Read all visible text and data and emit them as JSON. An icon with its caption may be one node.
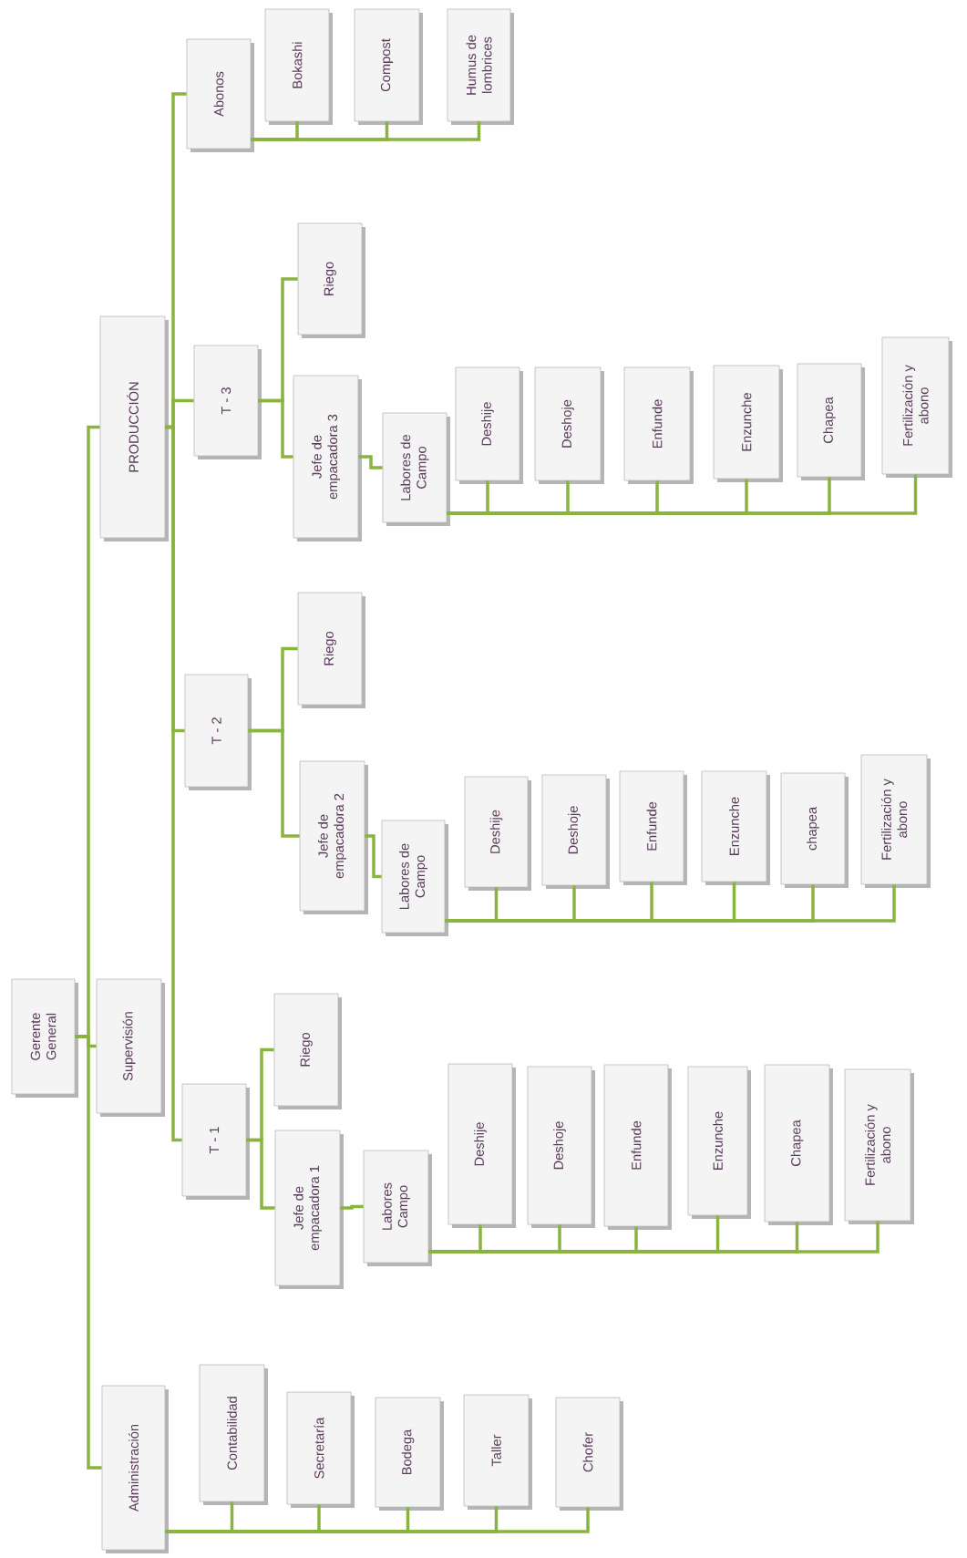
{
  "diagram": {
    "nodes": [
      {
        "text": [
          "Gerente General"
        ]
      },
      {
        "text": [
          "Supervisión"
        ]
      },
      {
        "text": [
          "PRODUCCIÓN"
        ]
      },
      {
        "text": [
          "Administración"
        ]
      },
      {
        "text": [
          "Abonos"
        ]
      },
      {
        "text": [
          "Bokashi"
        ]
      },
      {
        "text": [
          "Compost"
        ]
      },
      {
        "text": [
          "Humus de lombrices"
        ]
      },
      {
        "text": [
          "T - 3"
        ]
      },
      {
        "text": [
          "Riego"
        ]
      },
      {
        "text": [
          "Jefe de empacadora 3"
        ]
      },
      {
        "text": [
          "Labores de Campo"
        ]
      },
      {
        "text": [
          "Deshije"
        ]
      },
      {
        "text": [
          "Deshoje"
        ]
      },
      {
        "text": [
          "Enfunde"
        ]
      },
      {
        "text": [
          "Enzunche"
        ]
      },
      {
        "text": [
          "Chapea"
        ]
      },
      {
        "text": [
          "Fertilización y abono"
        ]
      },
      {
        "text": [
          "T - 2"
        ]
      },
      {
        "text": [
          "Riego"
        ]
      },
      {
        "text": [
          "Jefe de empacadora 2"
        ]
      },
      {
        "text": [
          "Labores de Campo"
        ]
      },
      {
        "text": [
          "Deshije"
        ]
      },
      {
        "text": [
          "Deshoje"
        ]
      },
      {
        "text": [
          "Enfunde"
        ]
      },
      {
        "text": [
          "Enzunche"
        ]
      },
      {
        "text": [
          "chapea"
        ]
      },
      {
        "text": [
          "Fertilización y abono"
        ]
      },
      {
        "text": [
          "T - 1"
        ]
      },
      {
        "text": [
          "Riego"
        ]
      },
      {
        "text": [
          "Jefe de empacadora 1"
        ]
      },
      {
        "text": [
          "Labores Campo"
        ]
      },
      {
        "text": [
          "Deshije"
        ]
      },
      {
        "text": [
          "Deshoje"
        ]
      },
      {
        "text": [
          "Enfunde"
        ]
      },
      {
        "text": [
          "Enzunche"
        ]
      },
      {
        "text": [
          "Chapea"
        ]
      },
      {
        "text": [
          "Fertilización y abono"
        ]
      },
      {
        "text": [
          "Contabilidad"
        ]
      },
      {
        "text": [
          "Secretaría"
        ]
      },
      {
        "text": [
          "Bodega"
        ]
      },
      {
        "text": [
          "Taller"
        ]
      },
      {
        "text": [
          "Chofer"
        ]
      }
    ],
    "edges": [
      {
        "from": 0,
        "to": 1,
        "arrow": "none"
      },
      {
        "from": 0,
        "to": 2,
        "arrow": "none"
      },
      {
        "from": 0,
        "to": 3,
        "arrow": "none"
      },
      {
        "from": 2,
        "to": 4,
        "arrow": "none"
      },
      {
        "from": 2,
        "to": 8,
        "arrow": "none"
      },
      {
        "from": 2,
        "to": 18,
        "arrow": "none"
      },
      {
        "from": 2,
        "to": 28,
        "arrow": "none"
      },
      {
        "from": 4,
        "to": 5,
        "arrow": "none"
      },
      {
        "from": 4,
        "to": 6,
        "arrow": "none"
      },
      {
        "from": 4,
        "to": 7,
        "arrow": "none"
      },
      {
        "from": 8,
        "to": 9,
        "arrow": "none"
      },
      {
        "from": 8,
        "to": 10,
        "arrow": "none"
      },
      {
        "from": 10,
        "to": 11,
        "arrow": "none"
      },
      {
        "from": 11,
        "to": 12,
        "arrow": "none"
      },
      {
        "from": 11,
        "to": 13,
        "arrow": "none"
      },
      {
        "from": 11,
        "to": 14,
        "arrow": "none"
      },
      {
        "from": 11,
        "to": 15,
        "arrow": "none"
      },
      {
        "from": 11,
        "to": 16,
        "arrow": "none"
      },
      {
        "from": 11,
        "to": 17,
        "arrow": "none"
      },
      {
        "from": 18,
        "to": 19,
        "arrow": "none"
      },
      {
        "from": 18,
        "to": 20,
        "arrow": "none"
      },
      {
        "from": 20,
        "to": 21,
        "arrow": "none"
      },
      {
        "from": 21,
        "to": 22,
        "arrow": "none"
      },
      {
        "from": 21,
        "to": 23,
        "arrow": "none"
      },
      {
        "from": 21,
        "to": 24,
        "arrow": "none"
      },
      {
        "from": 21,
        "to": 25,
        "arrow": "none"
      },
      {
        "from": 21,
        "to": 26,
        "arrow": "none"
      },
      {
        "from": 21,
        "to": 27,
        "arrow": "none"
      },
      {
        "from": 28,
        "to": 29,
        "arrow": "none"
      },
      {
        "from": 28,
        "to": 30,
        "arrow": "none"
      },
      {
        "from": 30,
        "to": 31,
        "arrow": "none"
      },
      {
        "from": 31,
        "to": 32,
        "arrow": "none"
      },
      {
        "from": 31,
        "to": 33,
        "arrow": "none"
      },
      {
        "from": 31,
        "to": 34,
        "arrow": "none"
      },
      {
        "from": 31,
        "to": 35,
        "arrow": "none"
      },
      {
        "from": 31,
        "to": 36,
        "arrow": "none"
      },
      {
        "from": 31,
        "to": 37,
        "arrow": "none"
      },
      {
        "from": 3,
        "to": 38,
        "arrow": "none"
      },
      {
        "from": 3,
        "to": 39,
        "arrow": "none"
      },
      {
        "from": 3,
        "to": 40,
        "arrow": "none"
      },
      {
        "from": 3,
        "to": 41,
        "arrow": "none"
      },
      {
        "from": 3,
        "to": 42,
        "arrow": "none"
      }
    ]
  }
}
